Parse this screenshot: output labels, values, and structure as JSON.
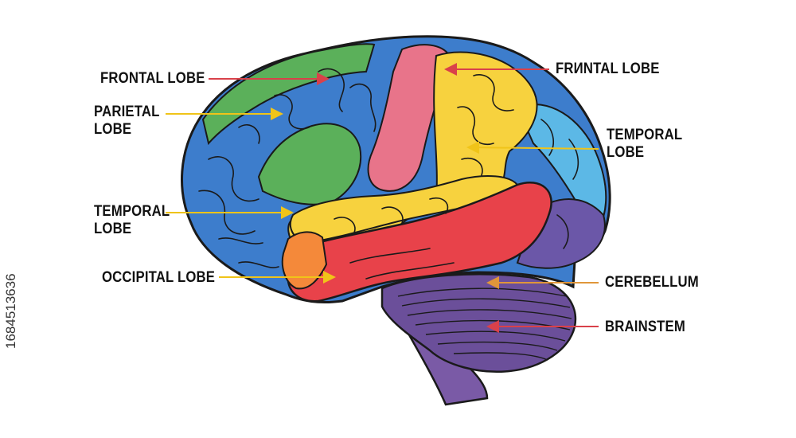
{
  "labels": {
    "frontal_left": "FRONTAL LOBE",
    "parietal_line1": "PARIETAL",
    "parietal_line2": "LOBE",
    "temporal_left_line1": "TEMPORAL",
    "temporal_left_line2": "LOBE",
    "occipital": "OCCIPITAL LOBE",
    "frontal_right": "FRИNTAL LOBE",
    "temporal_right_line1": "TEMPORAL",
    "temporal_right_line2": "LOBE",
    "cerebellum": "CEREBELLUM",
    "brainstem": "BRAINSTEM"
  },
  "watermark_id": "1684513636",
  "colors": {
    "blue": "#3d7dcc",
    "light_blue": "#5cb8e6",
    "green": "#5bb05a",
    "pink": "#e8748a",
    "yellow": "#f7d23e",
    "red": "#e8424a",
    "orange": "#f4893a",
    "purple": "#6b57a8",
    "violet": "#7a5aa6",
    "outline": "#1a1a1a",
    "arrow_red": "#d9414a",
    "arrow_yellow": "#f0c419",
    "arrow_orange": "#e0963a"
  }
}
